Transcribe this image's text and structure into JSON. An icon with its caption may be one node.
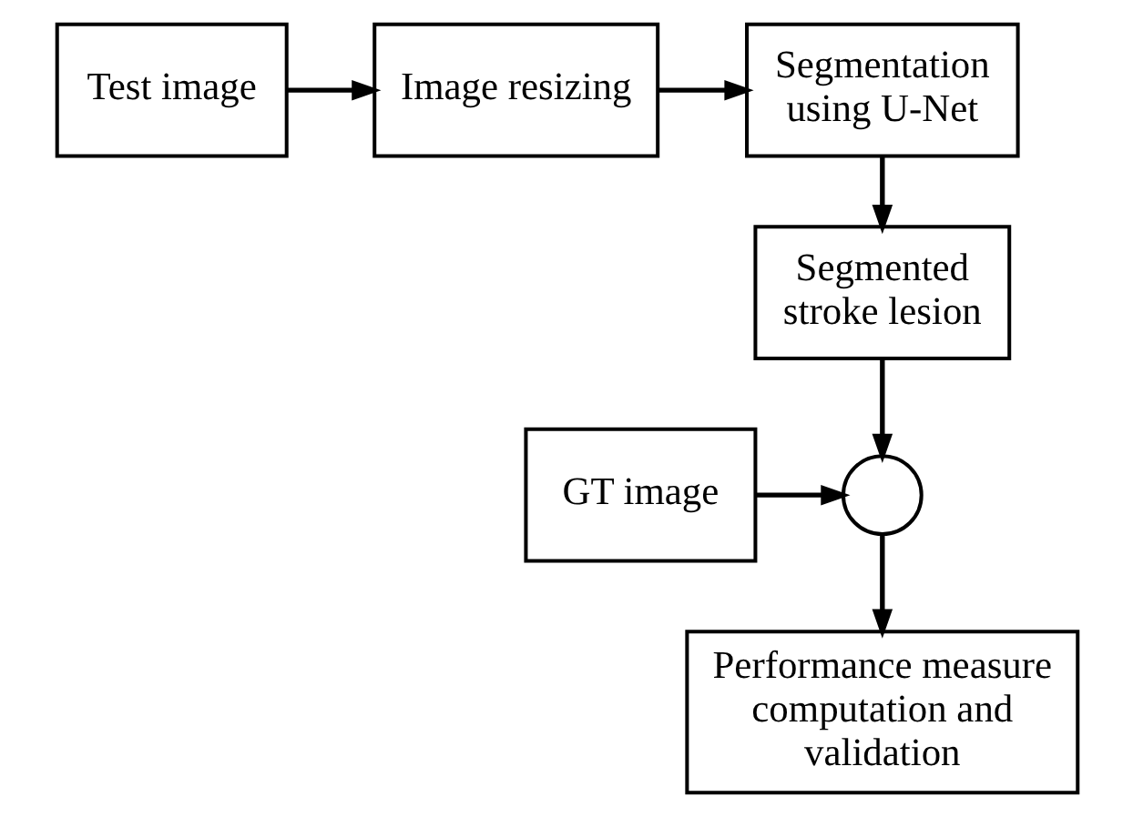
{
  "diagram": {
    "nodes": [
      {
        "text": [
          "Test image"
        ]
      },
      {
        "text": [
          "Image resizing"
        ]
      },
      {
        "text": [
          "Segmentation using U-Net"
        ]
      },
      {
        "text": [
          "Segmented stroke lesion"
        ]
      },
      {
        "text": [
          "GT image"
        ]
      },
      {
        "text": [],
        "shape": "circle"
      },
      {
        "text": [
          "Performance measure computation and validation"
        ]
      }
    ],
    "edges": [
      {
        "from": 0,
        "to": 1,
        "arrow": "to"
      },
      {
        "from": 1,
        "to": 2,
        "arrow": "to"
      },
      {
        "from": 2,
        "to": 3,
        "arrow": "to"
      },
      {
        "from": 3,
        "to": 5,
        "arrow": "to"
      },
      {
        "from": 4,
        "to": 5,
        "arrow": "to"
      },
      {
        "from": 5,
        "to": 6,
        "arrow": "to"
      }
    ]
  }
}
